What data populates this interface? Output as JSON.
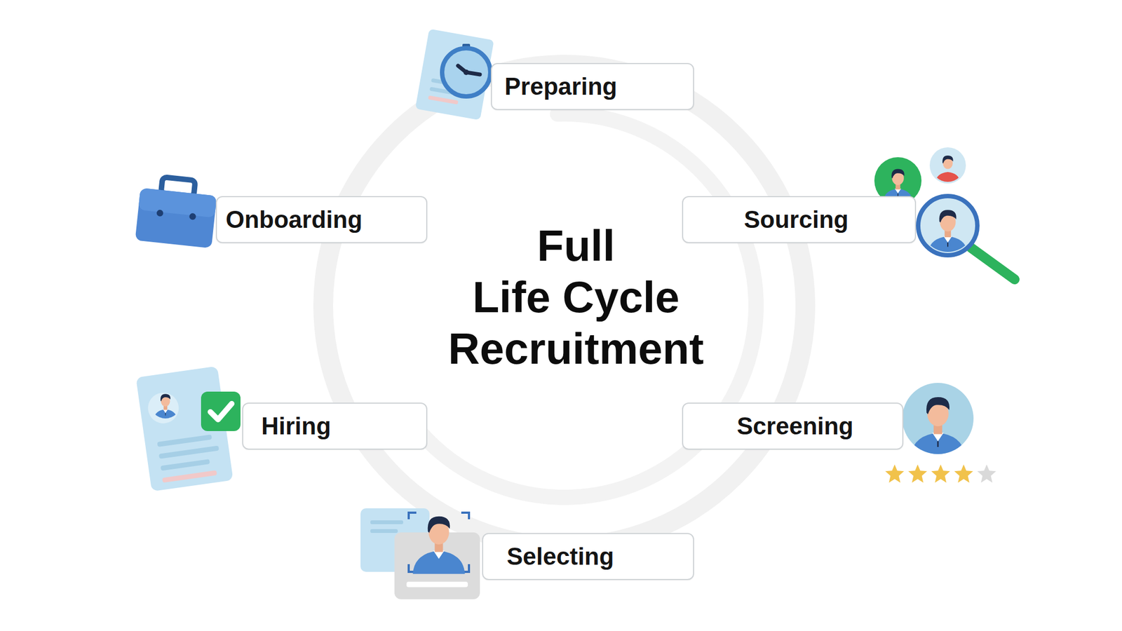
{
  "diagram": {
    "title": "Full Life Cycle Recruitment",
    "nodes": [
      {
        "text": [
          "Preparing"
        ]
      },
      {
        "text": [
          "Sourcing"
        ]
      },
      {
        "text": [
          "Screening"
        ]
      },
      {
        "text": [
          "Selecting"
        ]
      },
      {
        "text": [
          "Hiring"
        ]
      },
      {
        "text": [
          "Onboarding"
        ]
      }
    ]
  }
}
